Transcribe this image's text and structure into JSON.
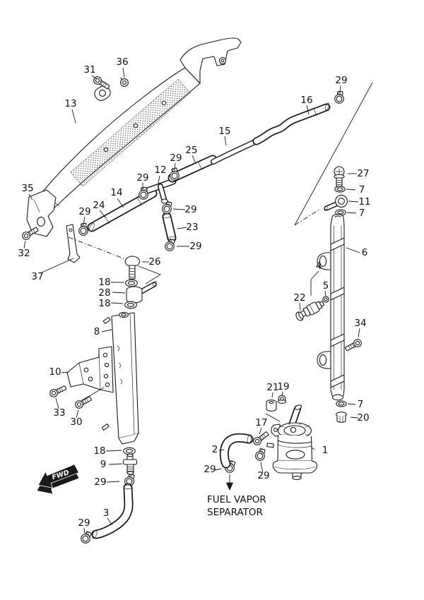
{
  "figure": {
    "type": "outboard-fuel-system-parts-diagram",
    "note": {
      "line1": "FUEL VAPOR",
      "line2": "SEPARATOR"
    },
    "fwd_label": "FWD",
    "colors": {
      "line": "#1a1a1a",
      "background": "#ffffff"
    },
    "callouts": [
      {
        "part": "31"
      },
      {
        "part": "36"
      },
      {
        "part": "13"
      },
      {
        "part": "35"
      },
      {
        "part": "32"
      },
      {
        "part": "37"
      },
      {
        "part": "14"
      },
      {
        "part": "24"
      },
      {
        "part": "29"
      },
      {
        "part": "29"
      },
      {
        "part": "12"
      },
      {
        "part": "29"
      },
      {
        "part": "25"
      },
      {
        "part": "15"
      },
      {
        "part": "16"
      },
      {
        "part": "29"
      },
      {
        "part": "27"
      },
      {
        "part": "7"
      },
      {
        "part": "11"
      },
      {
        "part": "7"
      },
      {
        "part": "6"
      },
      {
        "part": "4"
      },
      {
        "part": "5"
      },
      {
        "part": "22"
      },
      {
        "part": "34"
      },
      {
        "part": "7"
      },
      {
        "part": "20"
      },
      {
        "part": "29"
      },
      {
        "part": "23"
      },
      {
        "part": "29"
      },
      {
        "part": "26"
      },
      {
        "part": "18"
      },
      {
        "part": "28"
      },
      {
        "part": "18"
      },
      {
        "part": "8"
      },
      {
        "part": "10"
      },
      {
        "part": "33"
      },
      {
        "part": "30"
      },
      {
        "part": "18"
      },
      {
        "part": "9"
      },
      {
        "part": "29"
      },
      {
        "part": "3"
      },
      {
        "part": "29"
      },
      {
        "part": "2"
      },
      {
        "part": "29"
      },
      {
        "part": "17"
      },
      {
        "part": "29"
      },
      {
        "part": "21"
      },
      {
        "part": "19"
      },
      {
        "part": "1"
      }
    ]
  }
}
